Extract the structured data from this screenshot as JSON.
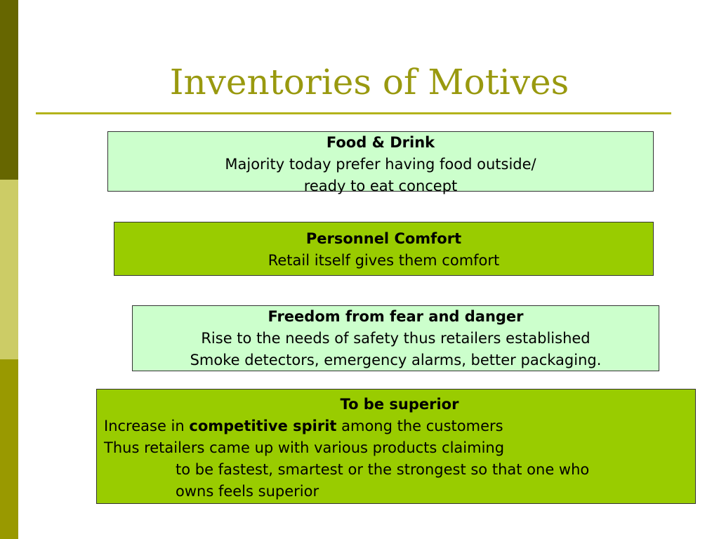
{
  "slide": {
    "title": "Inventories of Motives",
    "boxes": [
      {
        "heading": "Food & Drink",
        "lines": [
          "Majority today prefer having food outside/",
          "ready to eat concept"
        ]
      },
      {
        "heading": "Personnel Comfort",
        "lines": [
          "Retail itself gives them comfort"
        ]
      },
      {
        "heading": "Freedom from fear and danger",
        "lines": [
          "Rise to the needs of safety thus retailers established",
          "Smoke detectors, emergency alarms, better packaging."
        ]
      },
      {
        "heading": "To be superior",
        "line1_pre": "Increase in ",
        "line1_bold": "competitive spirit",
        "line1_post": " among the customers",
        "line2": "Thus retailers came up with various products claiming",
        "line3": "to be fastest, smartest or the strongest so that one who",
        "line4": "owns feels superior"
      }
    ]
  },
  "colors": {
    "sidebar_dark": "#666600",
    "sidebar_light": "#cccc66",
    "sidebar_mid": "#999900",
    "title": "#99990f",
    "box_light_green": "#ccffcc",
    "box_olive_green": "#99cc00"
  }
}
